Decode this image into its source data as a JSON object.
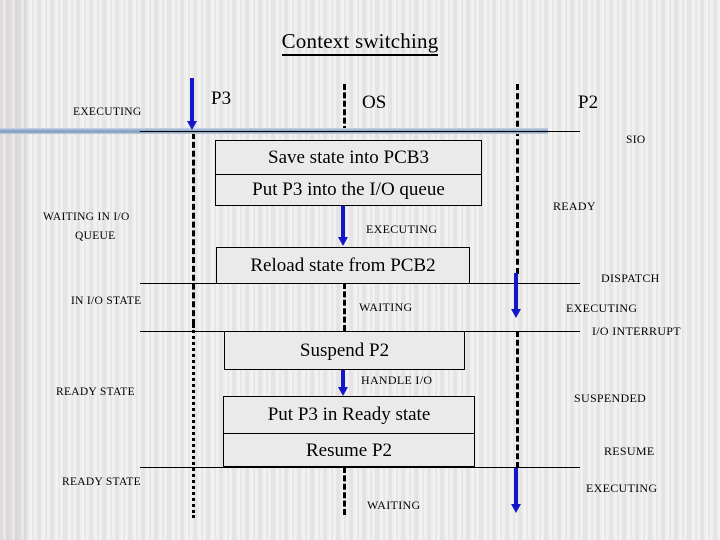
{
  "slide": {
    "title": "Context switching",
    "columns": [
      {
        "label": "P3"
      },
      {
        "label": "OS"
      },
      {
        "label": "P2"
      }
    ],
    "left_labels": [
      {
        "text": "EXECUTING"
      },
      {
        "text": "WAITING IN I/O"
      },
      {
        "text": "QUEUE"
      },
      {
        "text": "IN I/O STATE"
      },
      {
        "text": "READY STATE"
      },
      {
        "text": "READY STATE"
      }
    ],
    "center_labels": [
      {
        "text": "EXECUTING"
      },
      {
        "text": "WAITING"
      },
      {
        "text": "HANDLE I/O"
      },
      {
        "text": "WAITING"
      }
    ],
    "right_labels": [
      {
        "text": "SIO"
      },
      {
        "text": "READY"
      },
      {
        "text": "DISPATCH"
      },
      {
        "text": "EXECUTING"
      },
      {
        "text": "I/O INTERRUPT"
      },
      {
        "text": "SUSPENDED"
      },
      {
        "text": "RESUME"
      },
      {
        "text": "EXECUTING"
      }
    ],
    "boxes": [
      {
        "rows": [
          "Save state into PCB3",
          "Put P3 into the I/O queue"
        ]
      },
      {
        "rows": [
          "Reload state from PCB2"
        ]
      },
      {
        "rows": [
          "Suspend P2"
        ]
      },
      {
        "rows": [
          "Put P3 in Ready state",
          "Resume P2"
        ]
      }
    ],
    "colors": {
      "arrow": "#1417c8",
      "band": "#8ea8c8",
      "line": "#000000",
      "box_fill": "#ebeaea",
      "background": "#eceaea"
    }
  }
}
